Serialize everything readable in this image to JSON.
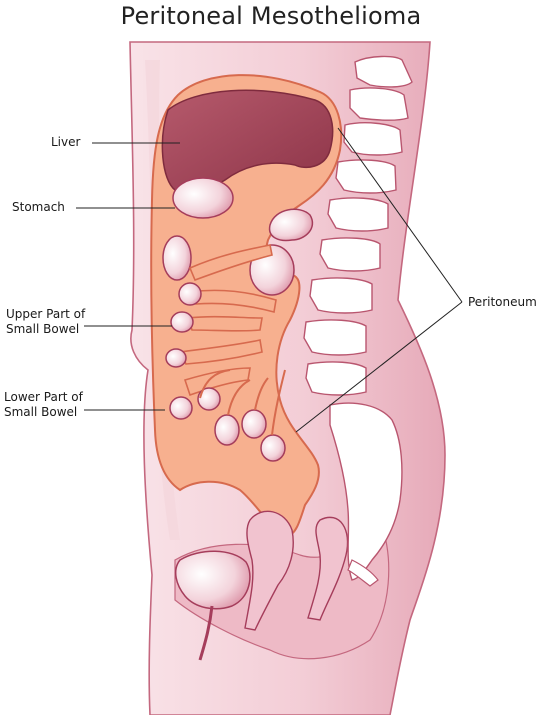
{
  "title": "Peritoneal Mesothelioma",
  "labels": {
    "liver": "Liver",
    "stomach": "Stomach",
    "upper_small_bowel": [
      "Upper Part of",
      "Small Bowel"
    ],
    "lower_small_bowel": [
      "Lower Part of",
      "Small Bowel"
    ],
    "peritoneum": "Peritoneum"
  },
  "colors": {
    "skin": "#f7dde2",
    "skin_dark": "#eab7c3",
    "outline": "#c4687f",
    "peritoneum_fill": "#f7b08f",
    "peritoneum_outline": "#d76a4e",
    "liver": "#a5485a",
    "organ": "#f3d0d8",
    "organ_outline": "#a53d5b",
    "bone": "#ffffff",
    "leader": "#222222"
  }
}
